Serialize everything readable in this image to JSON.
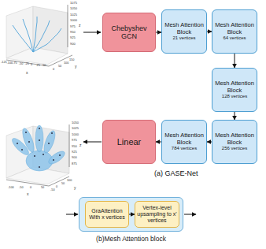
{
  "diagram": {
    "nodes": [
      {
        "text": [
          "Chebyshev GCN"
        ]
      },
      {
        "text": [
          "Mesh Attention Block",
          "21 vertices"
        ]
      },
      {
        "text": [
          "Mesh Attention Block",
          "64 vertices"
        ]
      },
      {
        "text": [
          "Mesh Attention Block",
          "128 vertices"
        ]
      },
      {
        "text": [
          "Mesh Attention Block",
          "256 vertices"
        ]
      },
      {
        "text": [
          "Mesh Attention Block",
          "784 vertices"
        ]
      },
      {
        "text": [
          "Linear"
        ]
      },
      {
        "text": [
          "(b)Mesh Attention block"
        ]
      },
      {
        "text": [
          "GraAttention With x vertices"
        ],
        "in": 7
      },
      {
        "text": [
          "Vertex-level upsampling to x' vertices"
        ],
        "in": 7
      }
    ],
    "edges": [
      {
        "from": 0,
        "to": 1,
        "arrow": "to"
      },
      {
        "from": 1,
        "to": 2,
        "arrow": "to"
      },
      {
        "from": 2,
        "to": 3,
        "arrow": "to"
      },
      {
        "from": 3,
        "to": 4,
        "arrow": "to"
      },
      {
        "from": 4,
        "to": 5,
        "arrow": "to"
      },
      {
        "from": 5,
        "to": 6,
        "arrow": "to"
      },
      {
        "from": 8,
        "to": 9,
        "arrow": "to"
      }
    ],
    "labels": [
      "1075",
      "1050",
      "1025",
      "1000",
      "975",
      "950",
      "925",
      "900",
      "-125",
      "-100",
      "-75",
      "-50",
      "-25",
      "0",
      "25",
      "50",
      "0",
      "50",
      "100",
      "150",
      "x",
      "y",
      "z",
      "1050",
      "1025",
      "1000",
      "975",
      "950",
      "925",
      "900",
      "875",
      "-100",
      "-50",
      "0",
      "50",
      "-50",
      "0",
      "50",
      "100",
      "x",
      "y",
      "z",
      "(a) GASE-Net"
    ]
  }
}
